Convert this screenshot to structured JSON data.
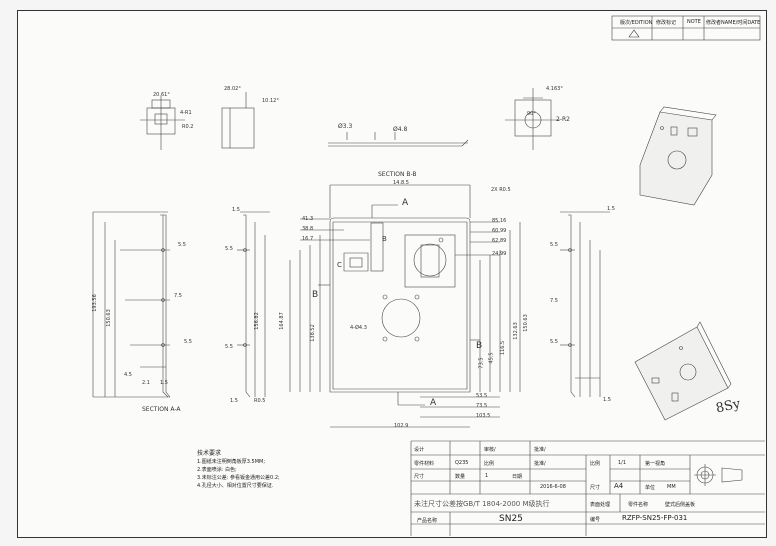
{
  "revision_box": {
    "col1": "版次/EDITION",
    "col2": "修改标记",
    "col3": "NOTE",
    "col4": "修改者NAME/时间DATE",
    "mark": "A"
  },
  "section_labels": {
    "section_bb": "SECTION B-B",
    "section_aa": "SECTION A-A",
    "a_top": "A",
    "a_bottom": "A",
    "b_left": "B",
    "b_right": "B",
    "b_small": "B",
    "c_small": "C"
  },
  "dims": {
    "d1": "20.61°",
    "d2": "4-R1",
    "d3": "R0.2",
    "d4": "28.02°",
    "d5": "10.12°",
    "d6": "Ø3.3",
    "d7": "Ø4.8",
    "d8": "4.163°",
    "d9": "90°",
    "d10": "2-R2",
    "d11": "14.8.5",
    "d12": "2X R0.5",
    "d13": "41.3",
    "d14": "38.8",
    "d15": "16.7",
    "d16": "85.16",
    "d17": "60.99",
    "d18": "62.89",
    "d19": "24.99",
    "d20": "4-Ø4.3",
    "d21": "53.5",
    "d22": "73.5",
    "d23": "103.5",
    "d24": "102.9",
    "d25": "5.5",
    "d26": "7.5",
    "d27": "4.5",
    "d28": "2.1",
    "d29": "1.5",
    "d30": "R0.5",
    "d31": "193.56",
    "d32": "150.63",
    "d33": "156.82",
    "d34": "164.87",
    "d35": "138.52",
    "d36": "73.5",
    "d37": "45.5",
    "d38": "116.5",
    "d39": "132.63",
    "d40": "150.63"
  },
  "notes": {
    "title": "技术要求",
    "n1": "1.图纸未注明倒角板厚3.5MM;",
    "n2": "2.表面喷涂: 白色;",
    "n3": "3.未标注公差: 参看钣金通用公差0.2;",
    "n4": "4.孔径大小、相对位置尺寸要保证."
  },
  "title_block": {
    "design": "设计",
    "check": "审核/",
    "approve": "批准/",
    "material_label": "零件材料",
    "material": "Q235",
    "ratio_label": "比例",
    "quantity_label": "数量",
    "quantity": "1",
    "date_label": "日期",
    "date": "2016-6-08",
    "unit_label": "单位",
    "unit": "MM",
    "scale_label": "比例",
    "scale": "1/1",
    "view_label": "第一视角",
    "size_label": "尺寸",
    "size": "A4",
    "surface_label": "表面处理",
    "part_name_label": "零件名称",
    "part_name": "壁式后侧盖板",
    "tolerance_note": "未注尺寸公差按GB/T 1804-2000 M级执行",
    "product_label": "产品名称",
    "product": "SN25",
    "drawing_no_label": "编号",
    "drawing_no": "RZFP-SN25-FP-031"
  },
  "handwriting": "8Sy",
  "colors": {
    "line": "#333333",
    "paper": "#fbfbfa",
    "background": "#f4f5f4"
  }
}
